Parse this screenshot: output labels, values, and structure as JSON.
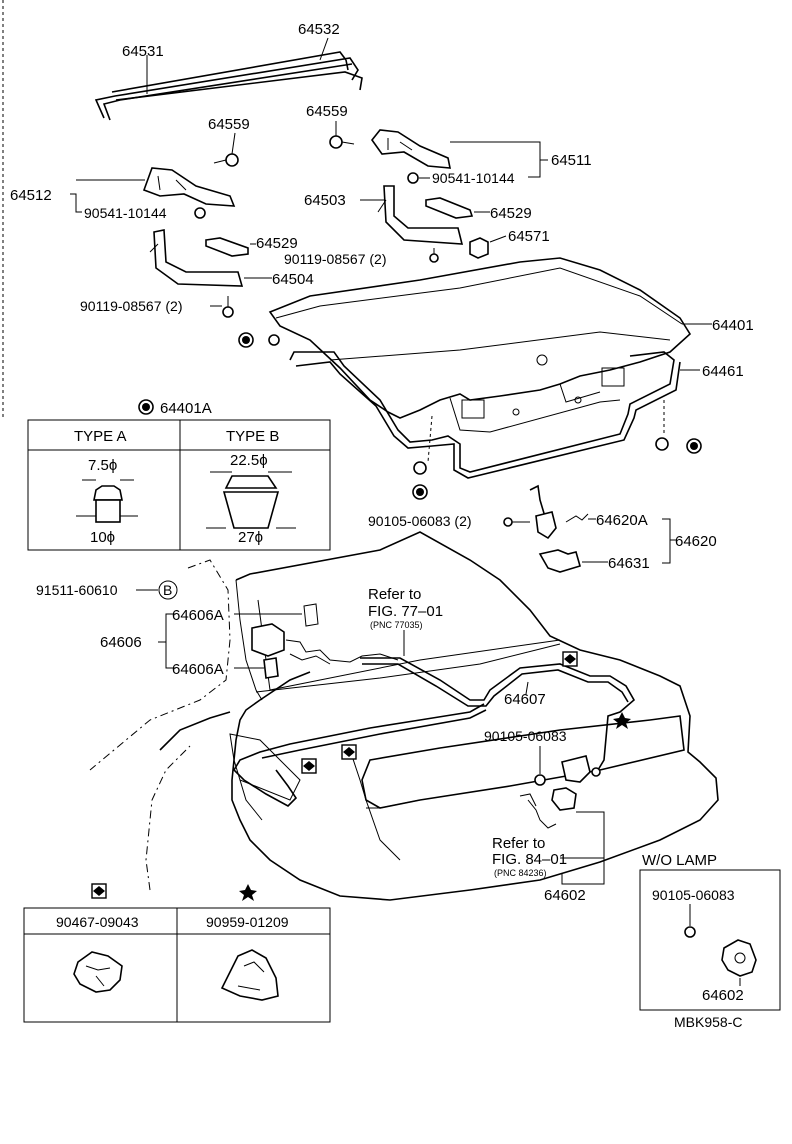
{
  "parts": {
    "p64532": "64532",
    "p64531": "64531",
    "p64559a": "64559",
    "p64559b": "64559",
    "p64511": "64511",
    "p90541a": "90541-10144",
    "p64512": "64512",
    "p90541b": "90541-10144",
    "p64503": "64503",
    "p64529a": "64529",
    "p64571": "64571",
    "p64529b": "64529",
    "p90119a": "90119-08567 (2)",
    "p64504": "64504",
    "p90119b": "90119-08567 (2)",
    "p64401": "64401",
    "p64461": "64461",
    "p64401A": "64401A",
    "p90105a": "90105-06083 (2)",
    "p64620A": "64620A",
    "p64620": "64620",
    "p64631": "64631",
    "p91511": "91511-60610",
    "p64606A_top": "64606A",
    "p64606": "64606",
    "p64606A_bot": "64606A",
    "p64607": "64607",
    "p90105b": "90105-06083",
    "p64602": "64602"
  },
  "circle_b": "B",
  "types_table": {
    "type_a": "TYPE A",
    "type_b": "TYPE B",
    "a_top": "7.5ϕ",
    "a_bot": "10ϕ",
    "b_top": "22.5ϕ",
    "b_bot": "27ϕ"
  },
  "refs": {
    "r1_line1": "Refer to",
    "r1_line2": "FIG. 77–01",
    "r1_pnc": "(PNC 77035)",
    "r2_line1": "Refer to",
    "r2_line2": "FIG. 84–01",
    "r2_pnc": "(PNC 84236)"
  },
  "clip_table": {
    "diamond_part": "90467-09043",
    "star_part": "90959-01209"
  },
  "wo_lamp": {
    "title": "W/O LAMP",
    "bolt": "90105-06083",
    "part": "64602"
  },
  "code": "MBK958-C"
}
